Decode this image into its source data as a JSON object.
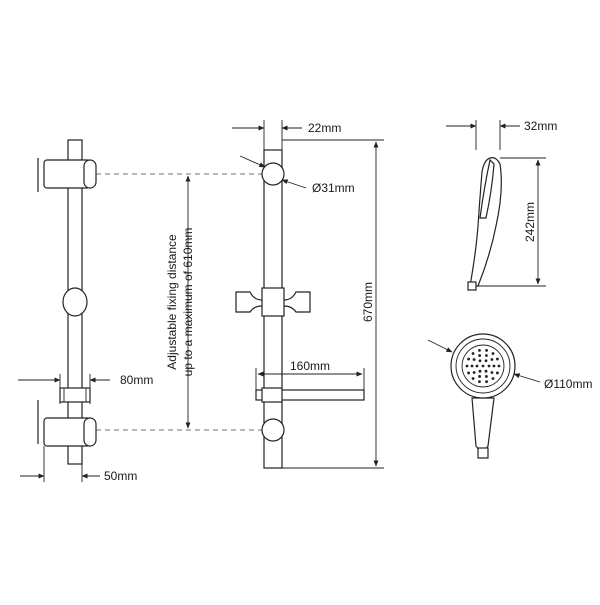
{
  "dimensions": {
    "bracket_offset": "22mm",
    "fixing_diameter": "Ø31mm",
    "overall_height": "670mm",
    "soap_dish_width": "160mm",
    "clamp_width": "80mm",
    "wall_clearance": "50mm",
    "handset_depth": "32mm",
    "handset_length": "242mm",
    "head_diameter": "Ø110mm"
  },
  "notes": {
    "fixing_line1": "Adjustable fixing distance",
    "fixing_line2": "up to a maximum of 610mm"
  }
}
